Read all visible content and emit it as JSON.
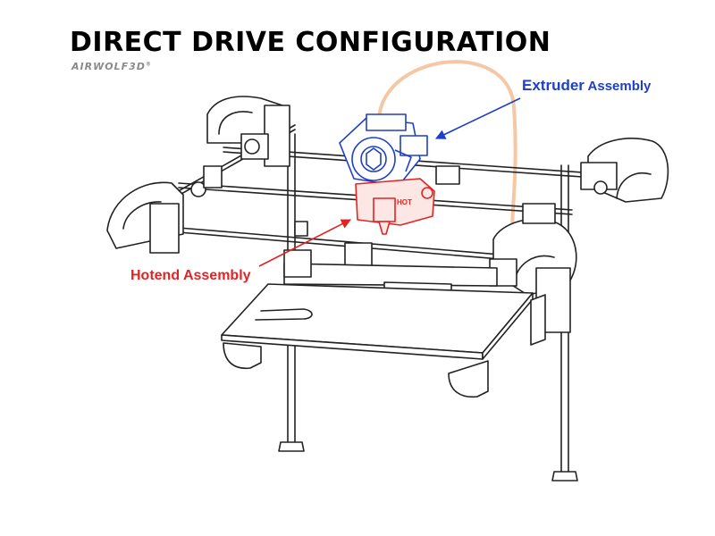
{
  "title": "DIRECT DRIVE CONFIGURATION",
  "brand": {
    "name": "AIRWOLF",
    "suffix": "3D",
    "mark": "®"
  },
  "callouts": {
    "extruder": {
      "label_main": "Extruder",
      "label_rest": " Assembly"
    },
    "hotend": {
      "label": "Hotend Assembly"
    }
  },
  "hotend_part_label": "HOT",
  "colors": {
    "title": "#000000",
    "brand": "#8a8a8a",
    "extruder": "#1f3fc8",
    "hotend": "#e02424",
    "filament_tube": "#f6c7a4",
    "line_art": "#222222"
  }
}
